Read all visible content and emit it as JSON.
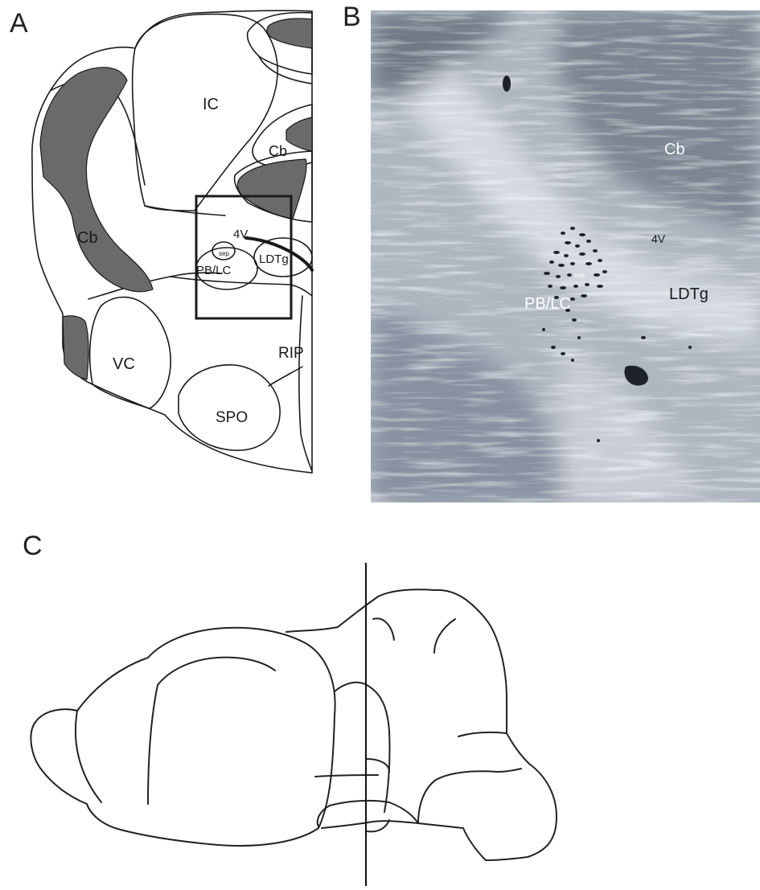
{
  "panels": {
    "a": {
      "letter": "A"
    },
    "b": {
      "letter": "B"
    },
    "c": {
      "letter": "C"
    }
  },
  "atlas": {
    "labels": {
      "ic": "IC",
      "cb_upper": "Cb",
      "cb_left": "Cb",
      "fourth_ventricle": "4V",
      "sep": "sep",
      "pb_lc": "PB/LC",
      "ldtg": "LDTg",
      "rip": "RIP",
      "vc": "VC",
      "spo": "SPO"
    }
  },
  "micrograph": {
    "labels": {
      "cb": "Cb",
      "fourth_ventricle": "4V",
      "sep": "sep",
      "pb_lc": "PB/LC",
      "ldtg": "LDTg"
    }
  },
  "colors": {
    "outline": "#1a1a1a",
    "cerebellar_fill": "#6a6a6a",
    "micrograph_background": "#aeb6c0"
  }
}
